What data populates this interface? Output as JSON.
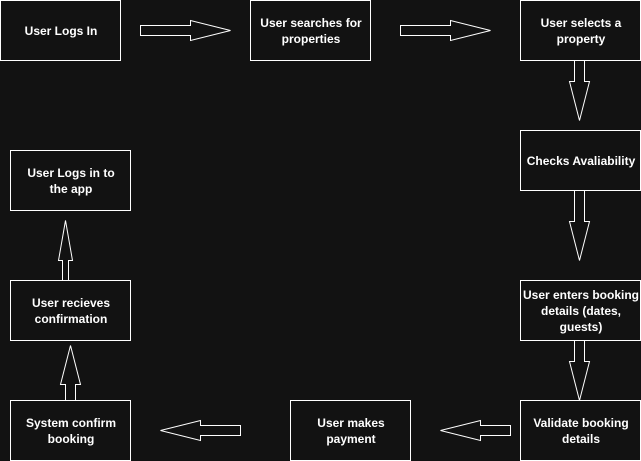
{
  "diagram": {
    "nodes": [
      {
        "id": "user-logs-in",
        "label": "User Logs In"
      },
      {
        "id": "user-searches",
        "label": "User searches for properties"
      },
      {
        "id": "user-selects",
        "label": "User selects a property"
      },
      {
        "id": "checks-availability",
        "label": "Checks Avaliability"
      },
      {
        "id": "enters-booking-details",
        "label": "User enters booking details (dates, guests)"
      },
      {
        "id": "validate-booking",
        "label": "Validate booking details"
      },
      {
        "id": "makes-payment",
        "label": "User makes payment"
      },
      {
        "id": "system-confirm",
        "label": "System confirm booking"
      },
      {
        "id": "receives-confirmation",
        "label": "User recieves confirmation"
      },
      {
        "id": "logs-in-to-app",
        "label": "User Logs in to the app"
      }
    ],
    "colors": {
      "background": "#121212",
      "stroke": "#ffffff",
      "text": "#ffffff"
    }
  }
}
